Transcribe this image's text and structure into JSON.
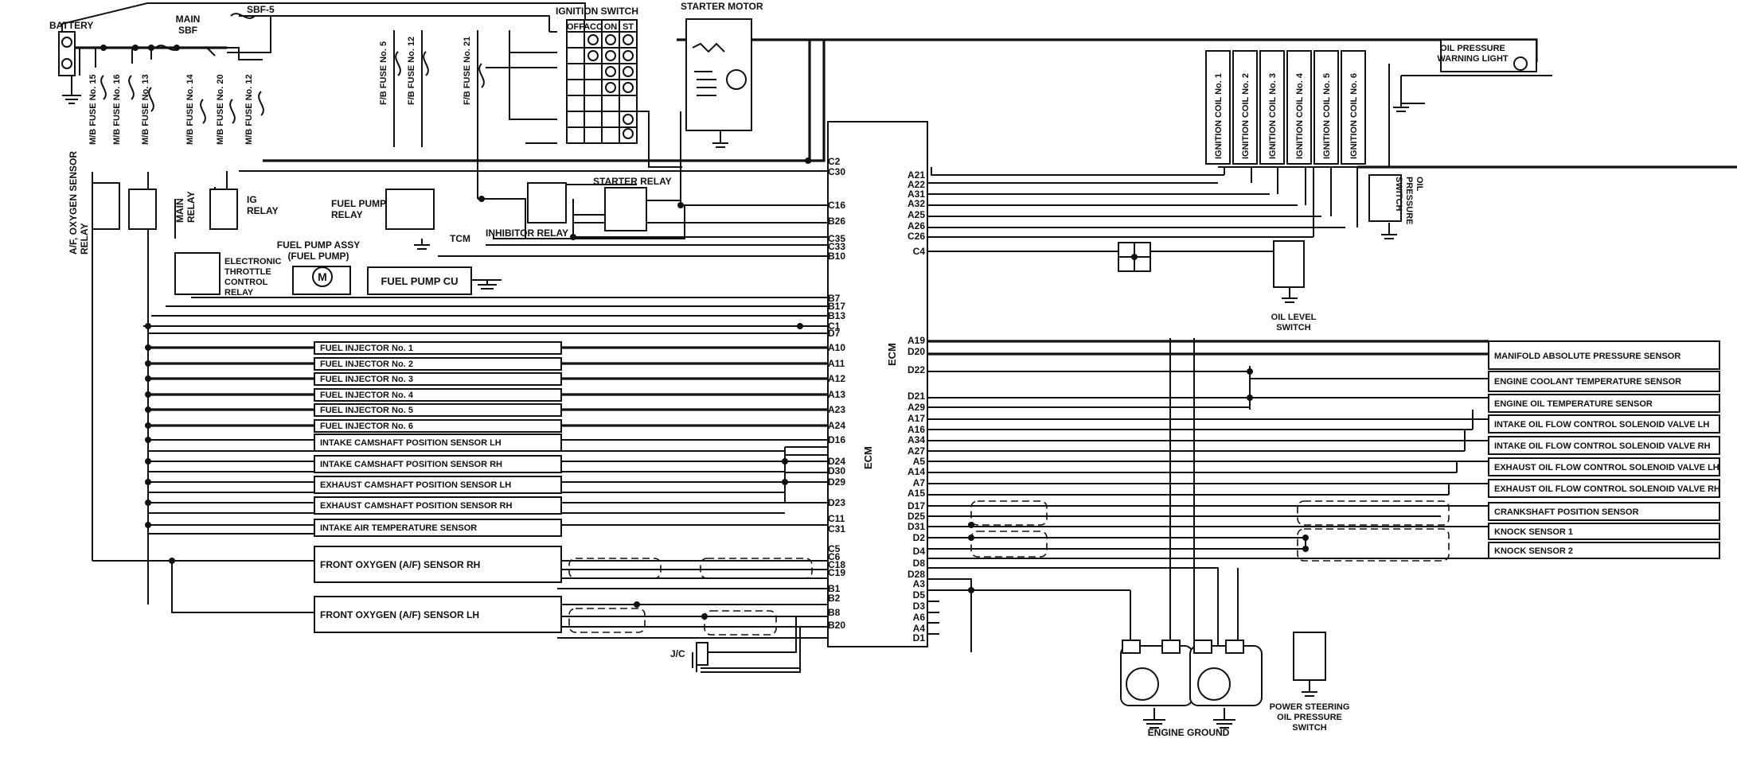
{
  "top": {
    "battery": "BATTERY",
    "main_sbf": "MAIN\nSBF",
    "sbf5": "SBF-5",
    "ignition_switch": "IGNITION SWITCH",
    "ign_cols": [
      "OFF",
      "ACC",
      "ON",
      "ST"
    ],
    "starter_motor": "STARTER MOTOR",
    "oil_pressure_warning_light": "OIL PRESSURE\nWARNING LIGHT"
  },
  "fuses": {
    "mb": [
      "M/B FUSE No. 15",
      "M/B FUSE No. 16",
      "M/B FUSE No. 13",
      "M/B FUSE No. 14",
      "M/B FUSE No. 20",
      "M/B FUSE No. 12"
    ],
    "fb": [
      "F/B FUSE No. 5",
      "F/B FUSE No. 12",
      "F/B FUSE No. 21"
    ]
  },
  "relays": {
    "af_oxygen_sensor_relay": "A/F, OXYGEN SENSOR\nRELAY",
    "main_relay": "MAIN\nRELAY",
    "ig_relay": "IG\nRELAY",
    "fuel_pump_relay": "FUEL PUMP\nRELAY",
    "inhibitor_relay": "INHIBITOR RELAY",
    "starter_relay": "STARTER RELAY",
    "electronic_throttle_control_relay": "ELECTRONIC\nTHROTTLE\nCONTROL\nRELAY",
    "tcm": "TCM"
  },
  "fuel_pump": {
    "assy": "FUEL PUMP ASSY\n(FUEL PUMP)",
    "cu": "FUEL PUMP CU",
    "motor": "M"
  },
  "ignition_coils": [
    "IGNITION COIL No. 1",
    "IGNITION COIL No. 2",
    "IGNITION COIL No. 3",
    "IGNITION COIL No. 4",
    "IGNITION COIL No. 5",
    "IGNITION COIL No. 6"
  ],
  "ecm_label": "ECM",
  "ecm_left_pins": [
    "C2",
    "C30",
    "C16",
    "B26",
    "C35",
    "C33",
    "B10",
    "B7",
    "B17",
    "B13",
    "C1",
    "D7",
    "A10",
    "A11",
    "A12",
    "A13",
    "A23",
    "A24",
    "D16",
    "D24",
    "D30",
    "D29",
    "D23",
    "C11",
    "C31",
    "C5",
    "C6",
    "C18",
    "C19",
    "B1",
    "B2",
    "B8",
    "B20"
  ],
  "ecm_right_pins": [
    "A21",
    "A22",
    "A31",
    "A32",
    "A25",
    "A26",
    "C26",
    "C4",
    "A19",
    "D20",
    "D22",
    "D21",
    "A29",
    "A17",
    "A16",
    "A34",
    "A27",
    "A5",
    "A14",
    "A7",
    "A15",
    "D17",
    "D25",
    "D31",
    "D2",
    "D4",
    "D8",
    "D28",
    "A3",
    "D5",
    "D3",
    "A6",
    "A4",
    "D1"
  ],
  "left_components": [
    "FUEL INJECTOR No. 1",
    "FUEL INJECTOR No. 2",
    "FUEL INJECTOR No. 3",
    "FUEL INJECTOR No. 4",
    "FUEL INJECTOR No. 5",
    "FUEL INJECTOR No. 6",
    "INTAKE CAMSHAFT POSITION SENSOR LH",
    "INTAKE CAMSHAFT POSITION SENSOR RH",
    "EXHAUST CAMSHAFT POSITION SENSOR LH",
    "EXHAUST CAMSHAFT POSITION SENSOR RH",
    "INTAKE AIR TEMPERATURE SENSOR"
  ],
  "oxygen_sensors": [
    "FRONT OXYGEN (A/F) SENSOR RH",
    "FRONT OXYGEN (A/F) SENSOR LH"
  ],
  "jc": "J/C",
  "right_components": [
    "MANIFOLD ABSOLUTE PRESSURE SENSOR",
    "ENGINE COOLANT TEMPERATURE SENSOR",
    "ENGINE OIL TEMPERATURE SENSOR",
    "INTAKE OIL FLOW CONTROL SOLENOID VALVE LH",
    "INTAKE OIL FLOW CONTROL SOLENOID VALVE RH",
    "EXHAUST OIL FLOW CONTROL SOLENOID VALVE LH",
    "EXHAUST OIL FLOW CONTROL SOLENOID VALVE RH",
    "CRANKSHAFT POSITION SENSOR",
    "KNOCK SENSOR 1",
    "KNOCK SENSOR 2"
  ],
  "switches": {
    "oil_pressure_switch": "OIL\nPRESSURE\nSWITCH",
    "oil_level_switch": "OIL LEVEL\nSWITCH",
    "power_steering_oil_pressure_switch": "POWER STEERING\nOIL PRESSURE\nSWITCH",
    "engine_ground": "ENGINE GROUND"
  }
}
